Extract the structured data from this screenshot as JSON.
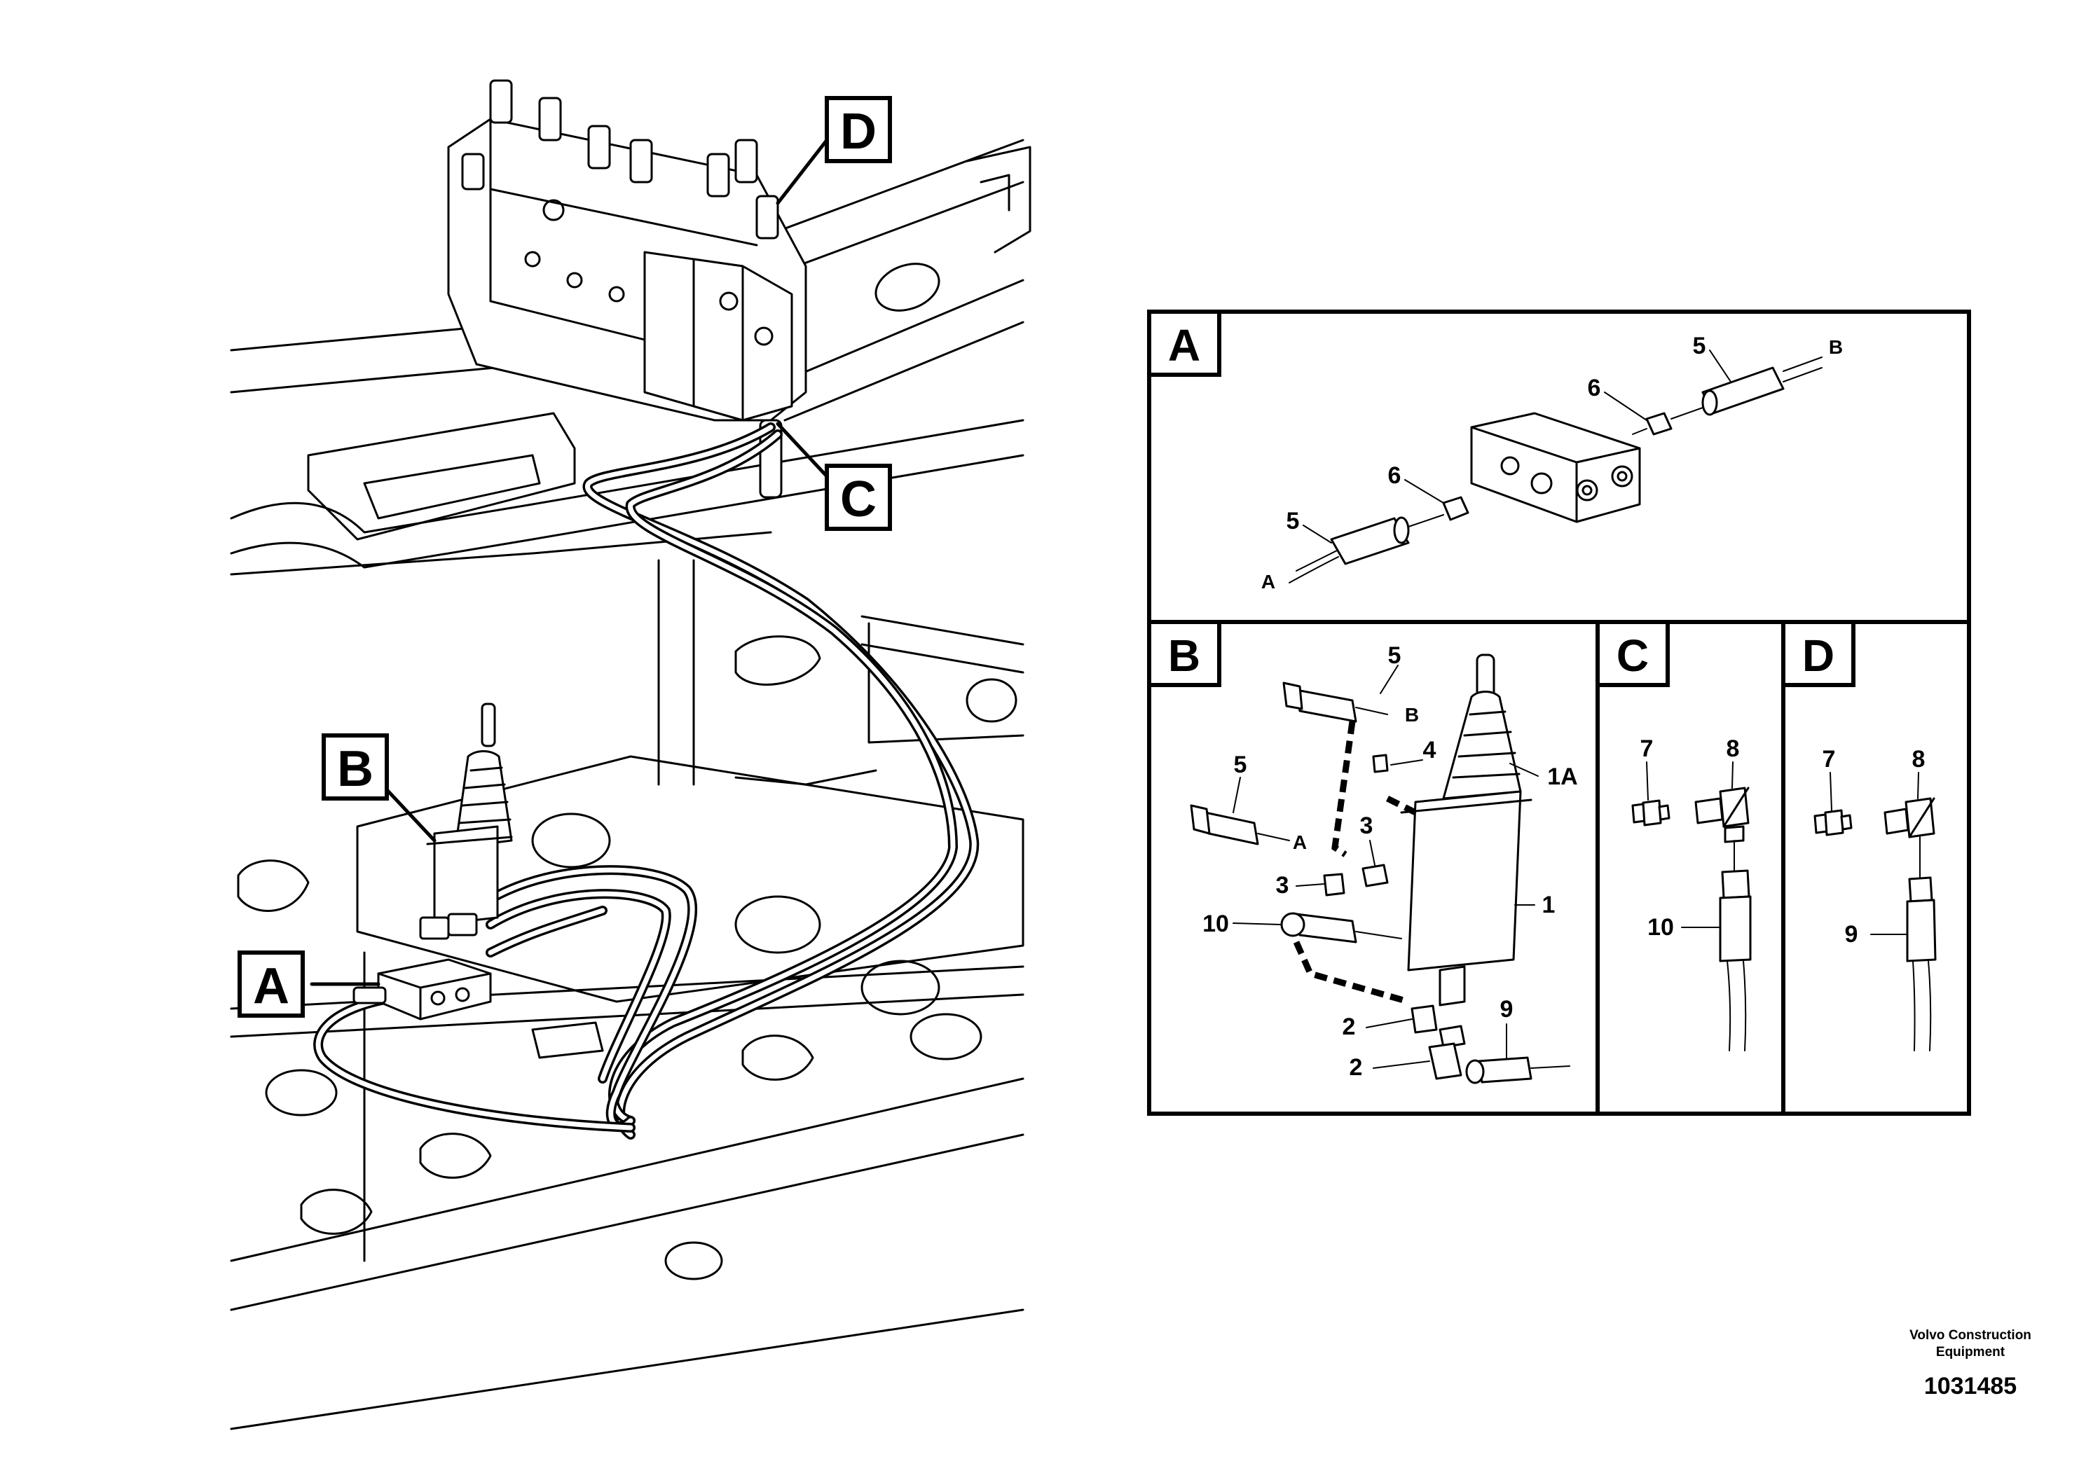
{
  "overview_callouts": [
    "D",
    "C",
    "B",
    "A"
  ],
  "panels": {
    "A": {
      "label": "A",
      "items": [
        "5",
        "6",
        "6",
        "5"
      ],
      "ends": [
        "A",
        "B"
      ]
    },
    "B": {
      "label": "B",
      "items": [
        "5",
        "5",
        "4",
        "3",
        "3",
        "1A",
        "10",
        "1",
        "9",
        "2",
        "2"
      ],
      "ends": [
        "B",
        "A"
      ]
    },
    "C": {
      "label": "C",
      "items": [
        "7",
        "8",
        "10"
      ]
    },
    "D": {
      "label": "D",
      "items": [
        "7",
        "8",
        "9"
      ]
    }
  },
  "footer": {
    "company": "Volvo Construction Equipment",
    "figure_id": "1031485"
  }
}
